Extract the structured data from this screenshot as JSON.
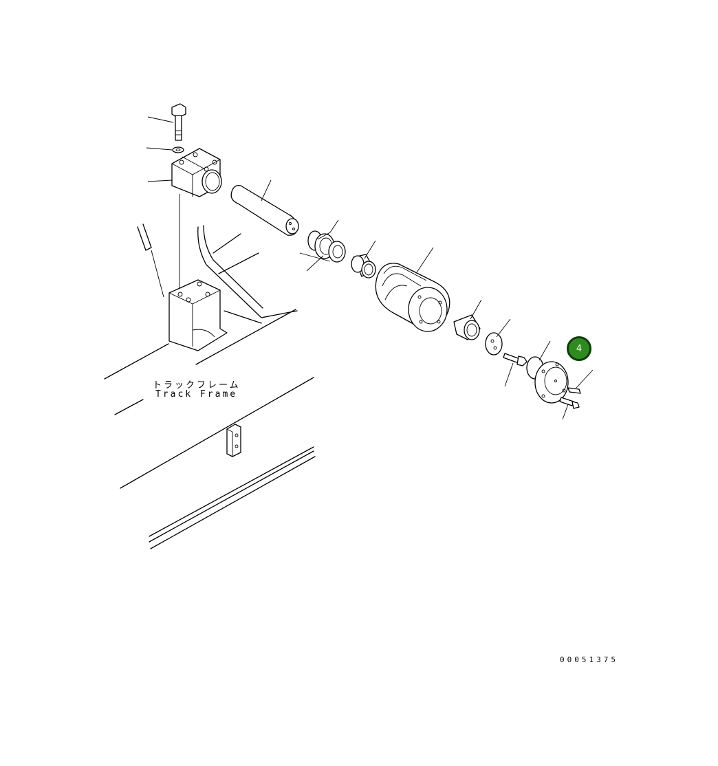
{
  "diagram": {
    "frame_label_ja": "トラックフレーム",
    "frame_label_en": "Track Frame",
    "callout_number": "4",
    "reference_code": "00051375",
    "callout_color": "#2e8b1f"
  }
}
